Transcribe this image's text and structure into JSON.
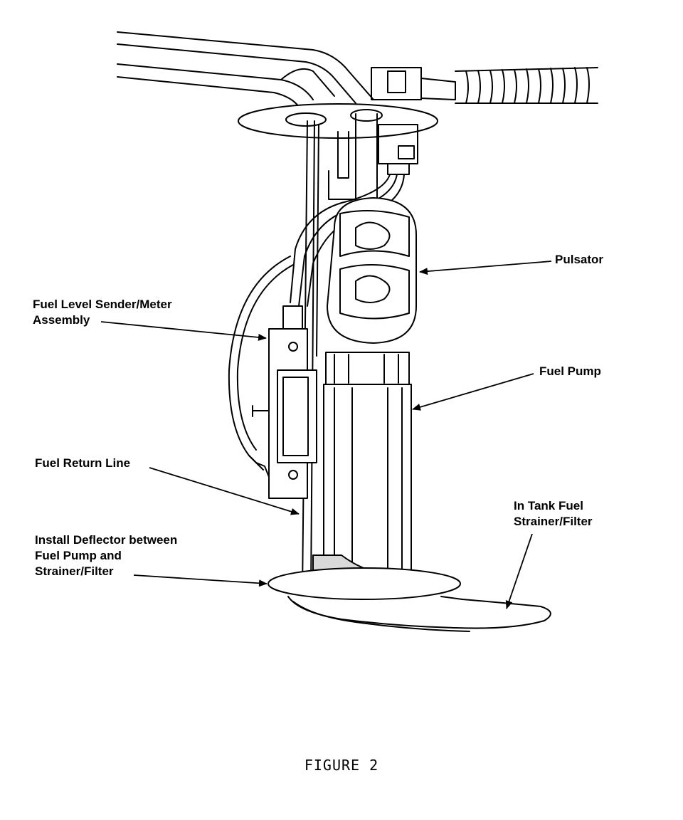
{
  "labels": {
    "pulsator": "Pulsator",
    "sender_line1": "Fuel Level Sender/Meter",
    "sender_line2": "Assembly",
    "fuel_pump": "Fuel Pump",
    "return_line": "Fuel Return Line",
    "strainer_line1": "In Tank Fuel",
    "strainer_line2": "Strainer/Filter",
    "deflector_line1": "Install Deflector between",
    "deflector_line2": "Fuel Pump and",
    "deflector_line3": "Strainer/Filter"
  },
  "caption": "FIGURE 2",
  "colors": {
    "ink": "#000000",
    "paper": "#ffffff",
    "shade": "#d9d9d9"
  }
}
